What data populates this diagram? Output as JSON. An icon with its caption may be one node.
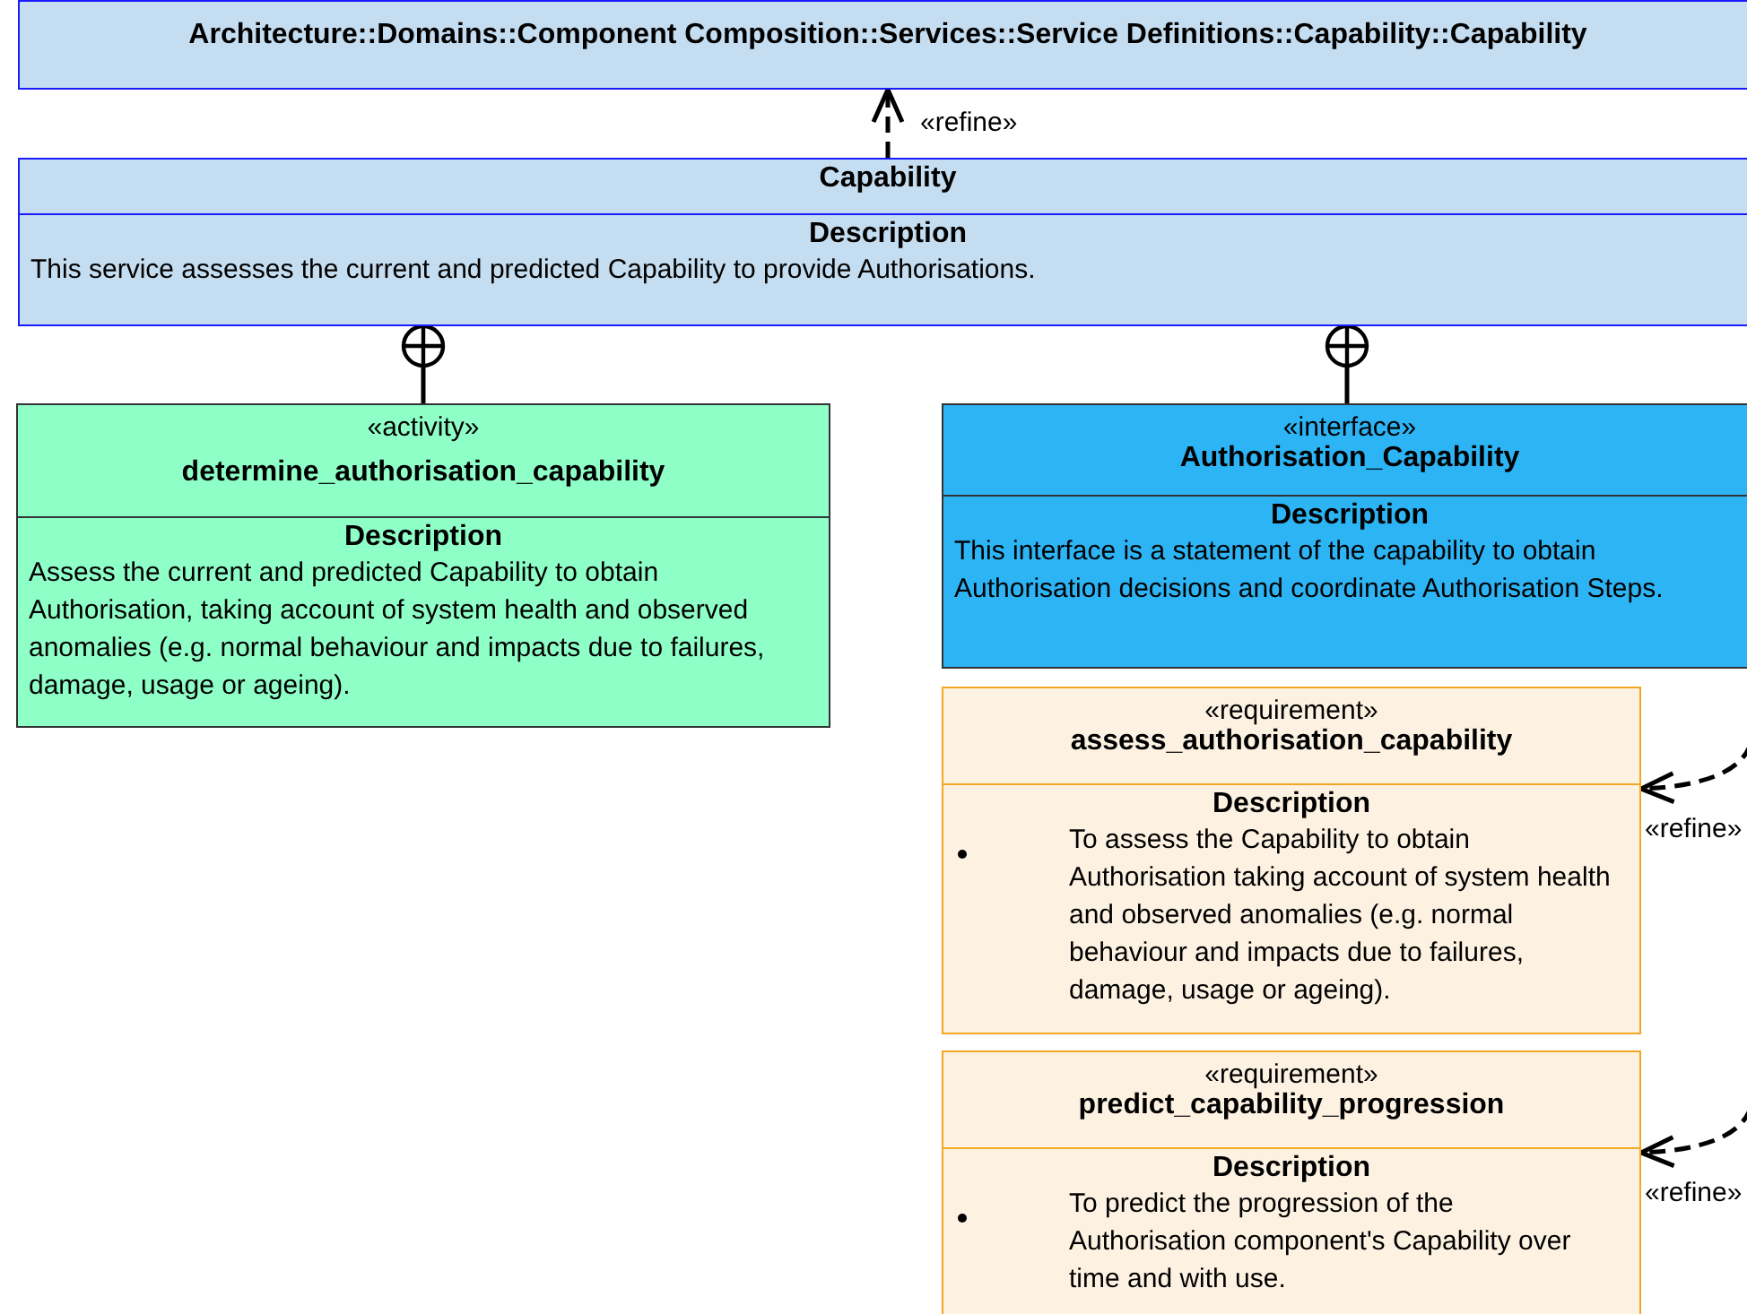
{
  "diagram": {
    "nodes": [
      {
        "text": [
          "Architecture::Domains::Component Composition::Services::Service Definitions::Capability::Capability"
        ]
      },
      {
        "text": [
          "Capability",
          "Description",
          "This service assesses the current and predicted Capability to provide Authorisations."
        ]
      },
      {
        "text": [
          "«activity»",
          "determine_authorisation_capability",
          "Description",
          "Assess the current and predicted Capability to obtain Authorisation, taking account of system health and observed anomalies (e.g. normal behaviour and impacts due to failures, damage, usage or ageing)."
        ]
      },
      {
        "text": [
          "«interface»",
          "Authorisation_Capability",
          "Description",
          "This interface is a statement of the capability to obtain Authorisation decisions and coordinate Authorisation Steps."
        ]
      },
      {
        "text": [
          "«requirement»",
          "assess_authorisation_capability",
          "Description",
          "To assess the Capability to obtain Authorisation taking account of system health and observed anomalies (e.g. normal behaviour and impacts due to failures, damage, usage or ageing)."
        ]
      },
      {
        "text": [
          "«requirement»",
          "predict_capability_progression",
          "Description",
          "To predict the progression of the Authorisation component's Capability over time and with use."
        ]
      }
    ],
    "edges": [
      {
        "from": 1,
        "to": 0,
        "arrow": "to",
        "style": "dashed",
        "label": "«refine»"
      },
      {
        "from": 2,
        "to": 1,
        "arrow": "other"
      },
      {
        "from": 3,
        "to": 1,
        "arrow": "other"
      },
      {
        "from": null,
        "to": 4,
        "arrow": "to",
        "style": "dashed",
        "label": "«refine»"
      },
      {
        "from": null,
        "to": 5,
        "arrow": "to",
        "style": "dashed",
        "label": "«refine»"
      }
    ]
  }
}
